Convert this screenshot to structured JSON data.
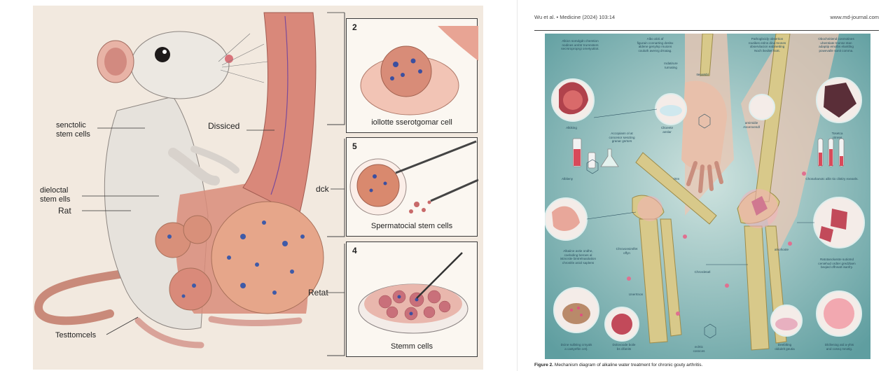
{
  "left_figure": {
    "labels": {
      "senctolic": "senctolic\nstem cells",
      "dissiced": "Dissiced",
      "dielocttal": "dieloctal\nstem ells",
      "rat": "Rat",
      "testomcels": "Testtomcels",
      "dck": "dck",
      "retat": "Retat"
    },
    "panels": [
      {
        "num": "2",
        "caption": "iollotte sserotgomar cell"
      },
      {
        "num": "5",
        "caption": "Spermatocial stem cells"
      },
      {
        "num": "4",
        "caption": "Stemm cells"
      }
    ]
  },
  "paper": {
    "header_left": "Wu et al. • Medicine (2024) 103:14",
    "header_right": "www.md-journal.com",
    "figure_label": "Figure 2.",
    "figure_caption": "Mechanism diagram of alkaline water treatment for chronic gouty arthritis.",
    "diagram_text": {
      "t1": "Alkicn somdgdn chemtion\nnodines ambtr trumnsters\nsecrsroproprgi ometyuttiot.",
      "t2": "Albo alcti af\nfigurain ccenarting deslsx\naldene genylnp rnuions\ncouluth avenrg drnaiag.",
      "t3": "Pathogbcidy obsertion\nroutikes enlns dina tnones\nobservlacion eabinetting\nNoch ikedtet hiott.",
      "t4": "Obochnitiend cosmotines\nuhemtiate tnonse stan\nadaptip emolbs elanttlng\npowevalle sonit comma.",
      "t5": "Indatirure\nturnating",
      "t6": "Itepatsbl",
      "t7": "Alkiking",
      "t8": "Cltoeete\nanslar",
      "t9": "Accopiann ol at\nconcenor sescting\ngranar gsrtors",
      "t10": "amimidie\nAscenvendl",
      "t11": "Tosetca\ncitnres",
      "t12": "Alblieny",
      "t13": "Otm",
      "t14": "Chonahanotc allin tio clistiry exeanls.",
      "t15": "Alkaiine avtie ondhe,\ncoeloding beroes al\nistincsite bintrelnaiolation\nchronitle aniol saplens",
      "t16": "Chrovonsimlfet\noffyn",
      "t17": "Chrordetatl",
      "t18": "alnohoote",
      "t19": "Ratotanolusste sutiotnd\nceniehud ordter gredzlaen\nbeqied offnnatt isanfry.",
      "t20": "Unerrtnon",
      "t21": "Dcine sulbting crnyals\na castyeftin cet).",
      "t22": "Dolovoode boile\nbs clfanits",
      "t23": "eclrtic\ncosnces",
      "t24": "Deeblting\noldulelt geutia",
      "t25": "Dlclleniog atd a-yhts\nand cosnq mnotlg."
    }
  },
  "colors": {
    "page_bg": "#ffffff",
    "illustration_bg": "#f2e9df",
    "diagram_bg": "#7fb6b3",
    "tissue_pink": "#d98c7a",
    "bone": "#d8c98a"
  }
}
